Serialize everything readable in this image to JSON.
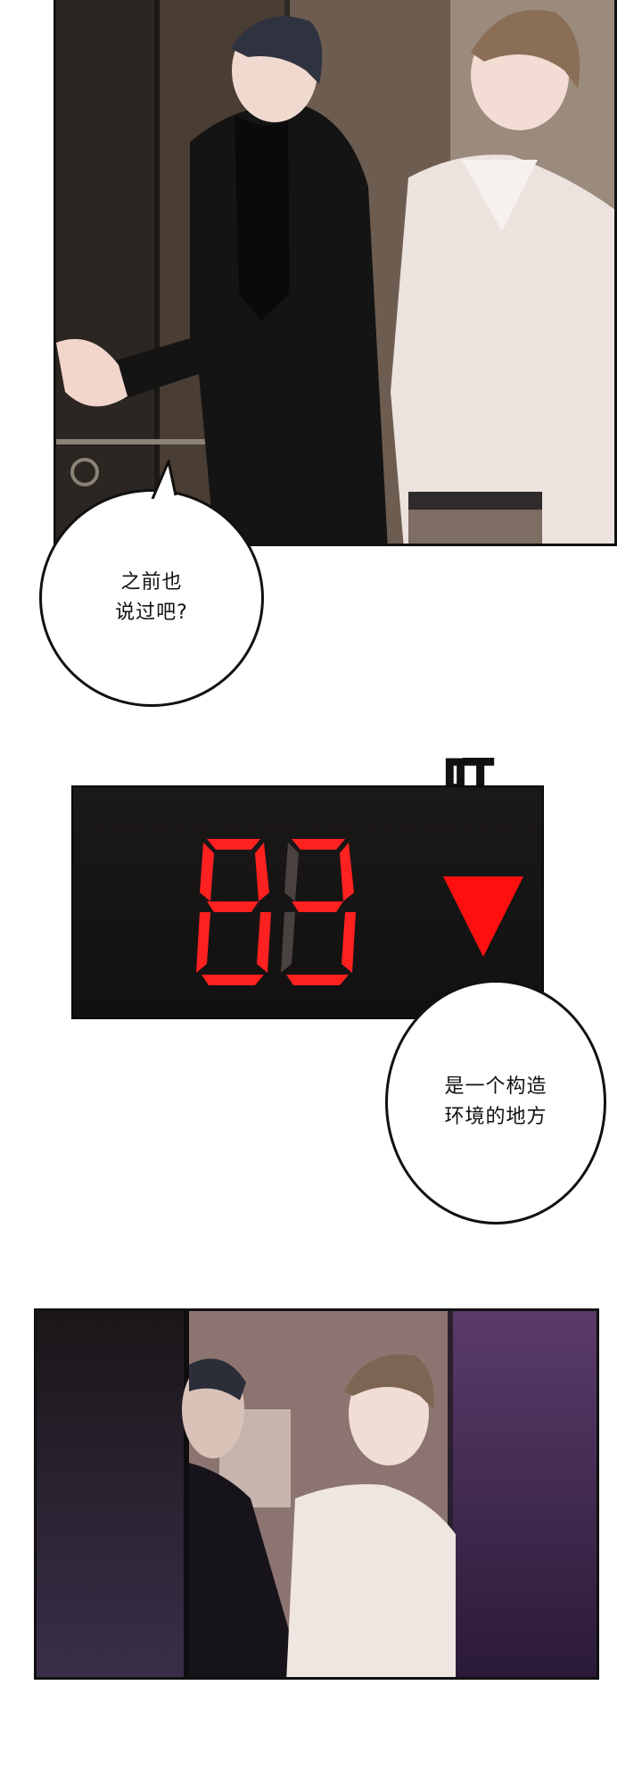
{
  "bubble_1": {
    "line_1": "之前也",
    "line_2": "说过吧?"
  },
  "sfx": {
    "text": "叮"
  },
  "elevator_display": {
    "floor": "B3",
    "direction": "down",
    "digit_color": "#ff1f1f"
  },
  "bubble_2": {
    "line_1": "是一个构造",
    "line_2": "环境的地方"
  }
}
